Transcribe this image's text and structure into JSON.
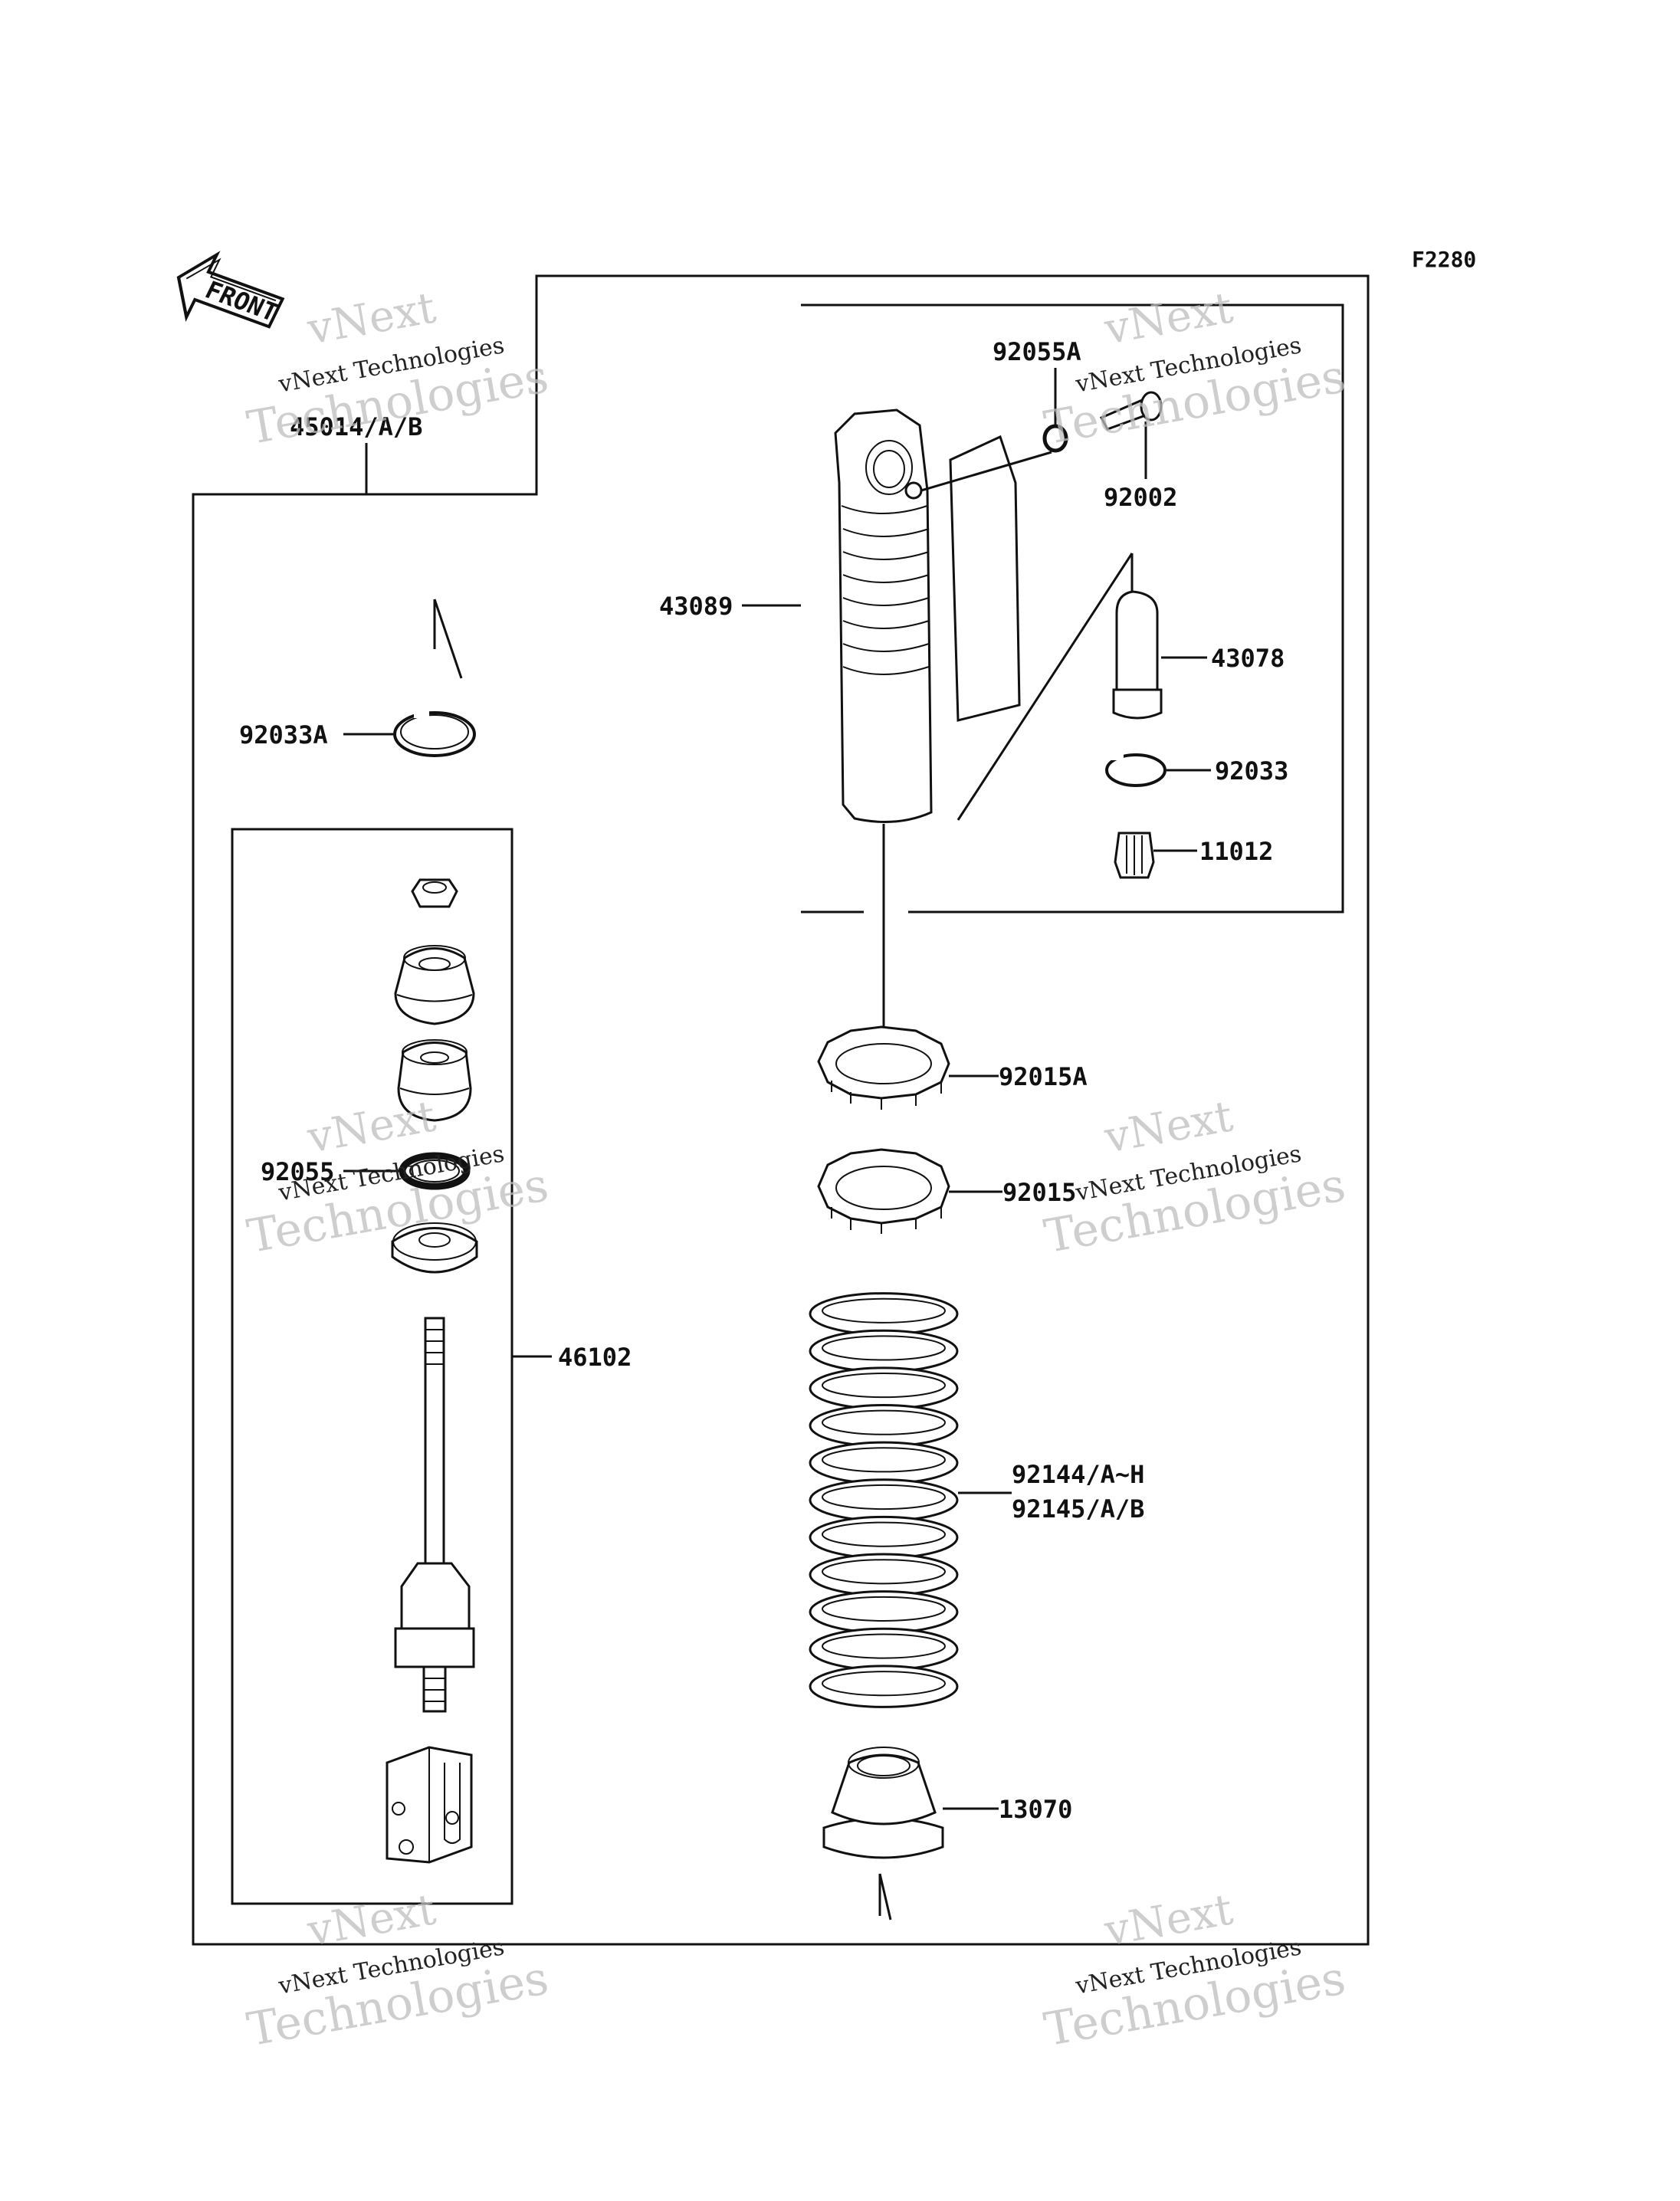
{
  "figure_code": "F2280",
  "front_arrow_label": "FRONT",
  "watermark": {
    "line1": "vNext",
    "line2": "vNext Technologies",
    "line3": "Technologies"
  },
  "callouts": {
    "c45014": "45014/A/B",
    "c92033A": "92033A",
    "c92055": "92055",
    "c46102": "46102",
    "c43089": "43089",
    "c92055A": "92055A",
    "c92002": "92002",
    "c43078": "43078",
    "c92033": "92033",
    "c11012": "11012",
    "c92015A": "92015A",
    "c92015": "92015",
    "c92144": "92144/A~H",
    "c92145": "92145/A/B",
    "c13070": "13070"
  }
}
